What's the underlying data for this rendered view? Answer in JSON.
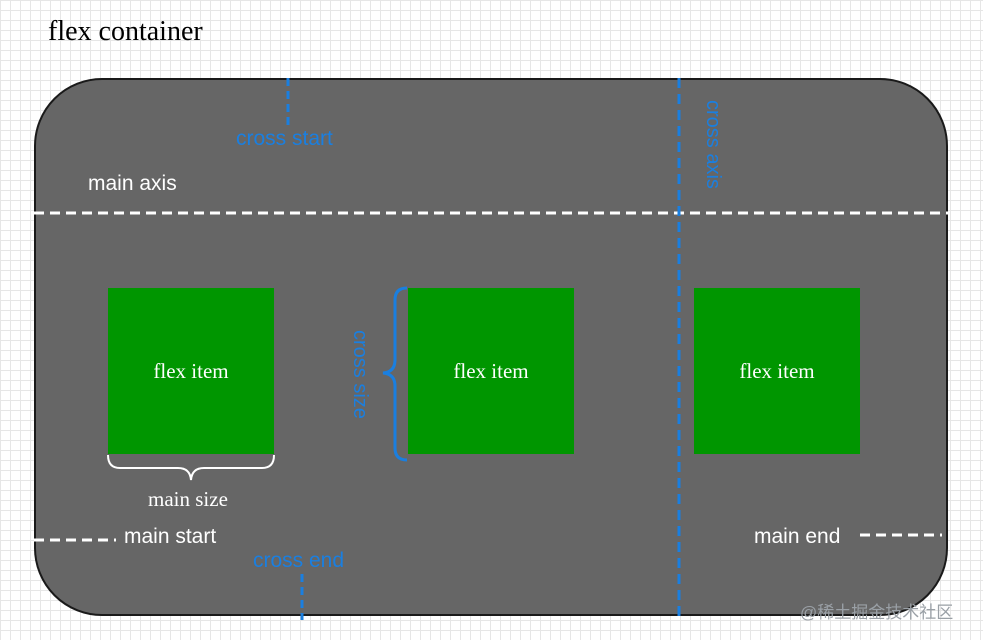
{
  "diagram": {
    "title": "flex container",
    "labels": {
      "main_axis": "main axis",
      "cross_start": "cross start",
      "cross_axis": "cross axis",
      "cross_size": "cross size",
      "main_size": "main size",
      "main_start": "main start",
      "main_end": "main end",
      "cross_end": "cross end"
    },
    "items": [
      {
        "label": "flex item"
      },
      {
        "label": "flex item"
      },
      {
        "label": "flex item"
      }
    ],
    "colors": {
      "container": "#666666",
      "item": "#009600",
      "cross_accent": "#1a7fe0",
      "main_accent": "#ffffff"
    }
  },
  "watermark": "@稀土掘金技术社区"
}
